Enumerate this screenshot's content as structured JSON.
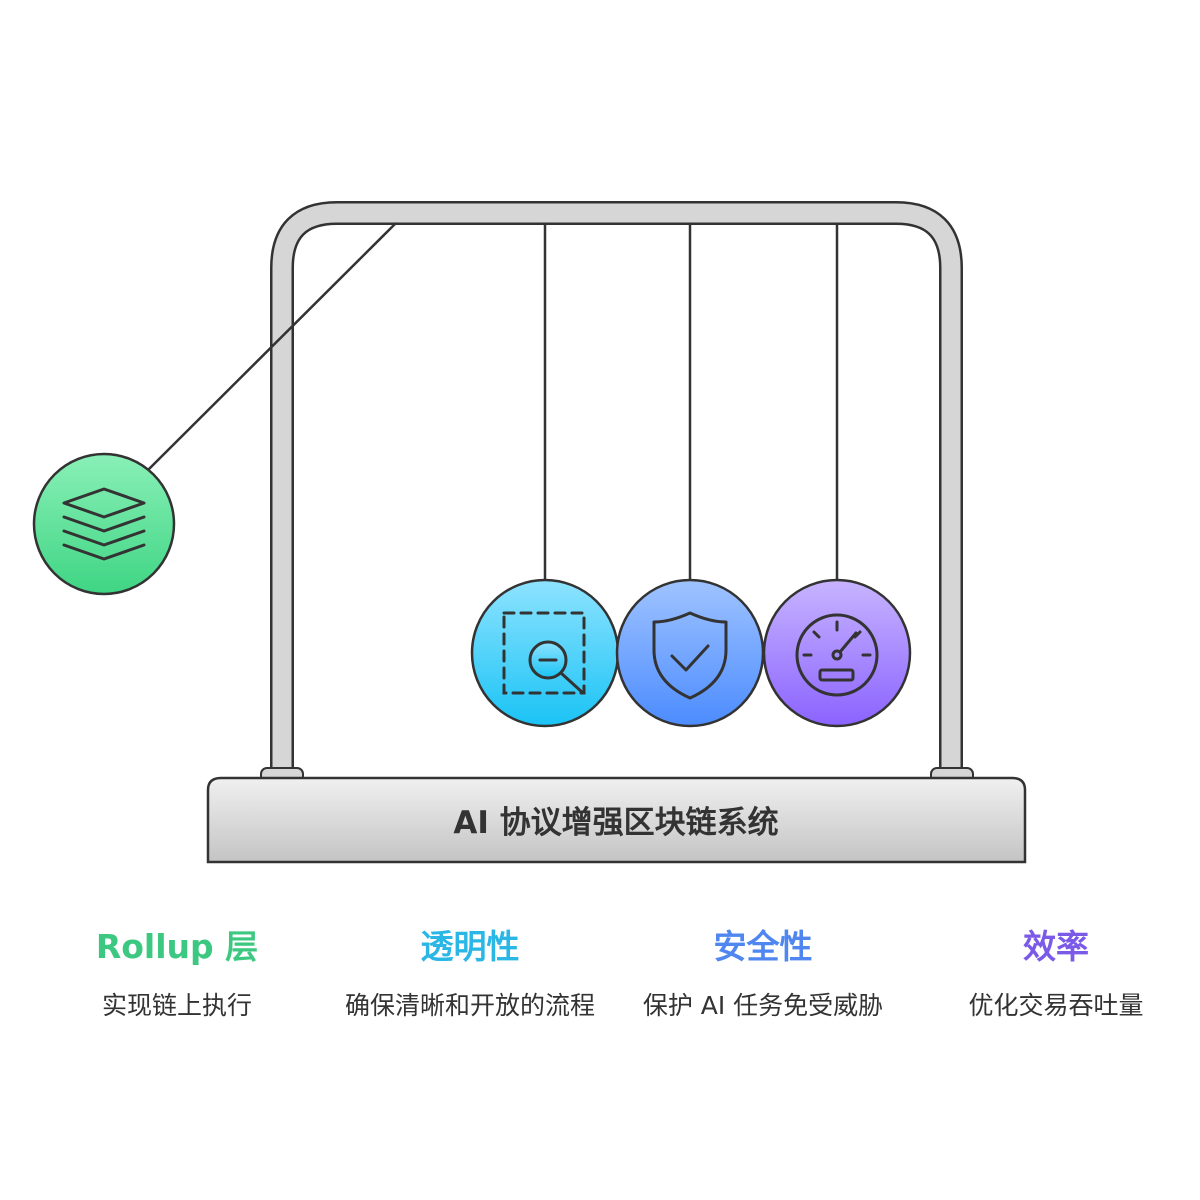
{
  "base_title": "AI 协议增强区块链系统",
  "balls": [
    {
      "icon": "layers-icon",
      "color": "#5fdd96"
    },
    {
      "icon": "search-frame-icon",
      "color": "#35c9f2"
    },
    {
      "icon": "shield-check-icon",
      "color": "#6a9cff"
    },
    {
      "icon": "speedometer-icon",
      "color": "#9e7cff"
    }
  ],
  "legend": [
    {
      "title": "Rollup 层",
      "desc": "实现链上执行",
      "color": "#3dc882"
    },
    {
      "title": "透明性",
      "desc": "确保清晰和开放的流程",
      "color": "#2bb7e6"
    },
    {
      "title": "安全性",
      "desc": "保护 AI 任务免受威胁",
      "color": "#4f86f0"
    },
    {
      "title": "效率",
      "desc": "优化交易吞吐量",
      "color": "#7b5ae8"
    }
  ]
}
